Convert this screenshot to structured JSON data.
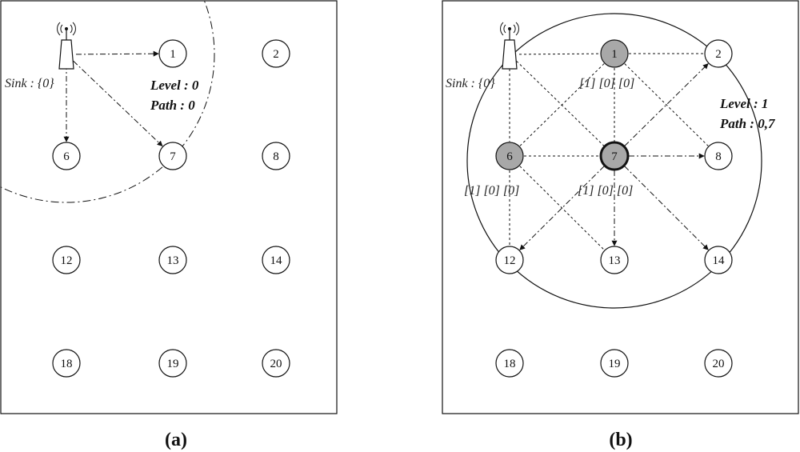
{
  "panels": [
    {
      "id": "a",
      "caption": "(a)",
      "sink_label": "Sink : {0}",
      "level_label": "Level : 0",
      "path_label": "Path : 0",
      "nodes": [
        {
          "label": "1",
          "row": 0,
          "col": 1
        },
        {
          "label": "2",
          "row": 0,
          "col": 2
        },
        {
          "label": "6",
          "row": 1,
          "col": 0
        },
        {
          "label": "7",
          "row": 1,
          "col": 1
        },
        {
          "label": "8",
          "row": 1,
          "col": 2
        },
        {
          "label": "12",
          "row": 2,
          "col": 0
        },
        {
          "label": "13",
          "row": 2,
          "col": 1
        },
        {
          "label": "14",
          "row": 2,
          "col": 2
        },
        {
          "label": "18",
          "row": 3,
          "col": 0
        },
        {
          "label": "19",
          "row": 3,
          "col": 1
        },
        {
          "label": "20",
          "row": 3,
          "col": 2
        }
      ],
      "arrows": [
        {
          "from": "sink",
          "to": "1"
        },
        {
          "from": "sink",
          "to": "6"
        },
        {
          "from": "sink",
          "to": "7"
        }
      ],
      "links": []
    },
    {
      "id": "b",
      "caption": "(b)",
      "sink_label": "Sink : {0}",
      "level_label": "Level : 1",
      "path_label": "Path : 0,7",
      "node_tags": [
        {
          "node": "1",
          "text": "[1] [0] [0]"
        },
        {
          "node": "6",
          "text": "[1] [0] [0]"
        },
        {
          "node": "7",
          "text": "[1] [0] [0]"
        }
      ],
      "shaded_nodes": [
        "1",
        "6",
        "7"
      ],
      "bold_node": "7",
      "nodes": [
        {
          "label": "1",
          "row": 0,
          "col": 1
        },
        {
          "label": "2",
          "row": 0,
          "col": 2
        },
        {
          "label": "6",
          "row": 1,
          "col": 0
        },
        {
          "label": "7",
          "row": 1,
          "col": 1
        },
        {
          "label": "8",
          "row": 1,
          "col": 2
        },
        {
          "label": "12",
          "row": 2,
          "col": 0
        },
        {
          "label": "13",
          "row": 2,
          "col": 1
        },
        {
          "label": "14",
          "row": 2,
          "col": 2
        },
        {
          "label": "18",
          "row": 3,
          "col": 0
        },
        {
          "label": "19",
          "row": 3,
          "col": 1
        },
        {
          "label": "20",
          "row": 3,
          "col": 2
        }
      ],
      "arrows": [
        {
          "from": "7",
          "to": "2"
        },
        {
          "from": "7",
          "to": "8"
        },
        {
          "from": "7",
          "to": "12"
        },
        {
          "from": "7",
          "to": "13"
        },
        {
          "from": "7",
          "to": "14"
        }
      ],
      "links": [
        {
          "from": "sink",
          "to": "1"
        },
        {
          "from": "sink",
          "to": "6"
        },
        {
          "from": "sink",
          "to": "7"
        },
        {
          "from": "1",
          "to": "2"
        },
        {
          "from": "1",
          "to": "6"
        },
        {
          "from": "1",
          "to": "7"
        },
        {
          "from": "1",
          "to": "8"
        },
        {
          "from": "6",
          "to": "7"
        },
        {
          "from": "6",
          "to": "12"
        },
        {
          "from": "6",
          "to": "13"
        }
      ]
    }
  ],
  "colors": {
    "line": "#111111",
    "shaded_fill": "#a8a8a8",
    "node_fill": "#ffffff"
  }
}
